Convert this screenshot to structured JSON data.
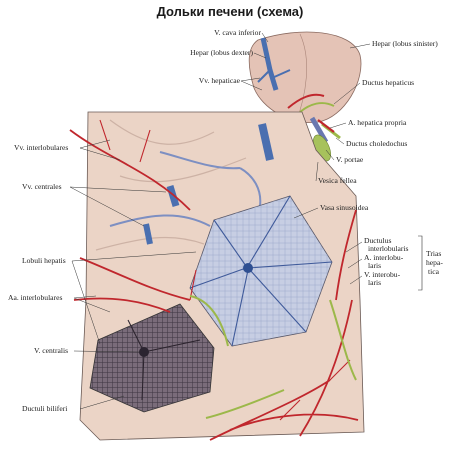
{
  "title": "Дольки печени (схема)",
  "labels": {
    "v_cava_inferior": "V. cava inferior",
    "hepar_lobus_dexter": "Hepar (lobus dexter)",
    "hepar_lobus_sinister": "Hepar (lobus sinister)",
    "vv_hepaticae": "Vv. hepaticae",
    "ductus_hepaticus": "Ductus hepaticus",
    "a_hepatica_propria": "A. hepatica propria",
    "ductus_choledochus": "Ductus choledochus",
    "v_portae": "V. portae",
    "vv_interlobulares": "Vv. interlobulares",
    "vesica_fellea": "Vesica fellea",
    "vv_centrales": "Vv. centrales",
    "vasa_sinusoidea": "Vasa sinusoidea",
    "ductulus_interlobularis_1": "Ductulus",
    "ductulus_interlobularis_2": "interlobularis",
    "a_interlobularis_1": "A. interlobu-",
    "a_interlobularis_2": "laris",
    "v_interlobularis_1": "V. interobu-",
    "v_interlobularis_2": "laris",
    "trias_1": "Trias",
    "trias_2": "hepa-",
    "trias_3": "tica",
    "lobuli_hepatis": "Lobuli hepatis",
    "aa_interlobulares": "Aa. interlobulares",
    "v_centralis": "V. centralis",
    "ductuli_biliferi": "Ductuli biliferi"
  },
  "colors": {
    "artery": "#c0272d",
    "vein": "#4a6fb0",
    "bile_duct": "#9cb84a",
    "parenchyma": "#e9d2c4",
    "lobule": "#6d6170"
  }
}
